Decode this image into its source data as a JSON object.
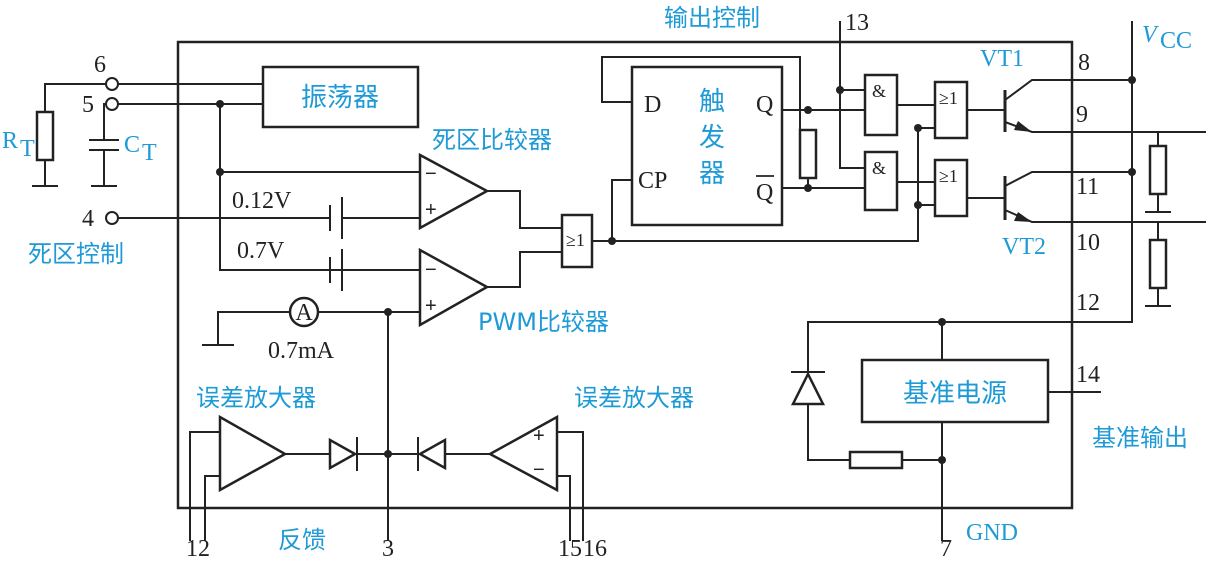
{
  "labels": {
    "oscillator": "振荡器",
    "dead_zone_comparator": "死区比较器",
    "dead_zone_control": "死区控制",
    "output_control": "输出控制",
    "flipflop_line1": "触",
    "flipflop_line2": "发",
    "flipflop_line3": "器",
    "pwm_comparator": "PWM比较器",
    "error_amp_left": "误差放大器",
    "error_amp_right": "误差放大器",
    "feedback": "反馈",
    "reference_supply": "基准电源",
    "reference_output": "基准输出",
    "gnd": "GND",
    "vt1": "VT1",
    "vt2": "VT2",
    "vcc_main": "V",
    "vcc_sub": "CC",
    "rt_main": "R",
    "rt_sub": "T",
    "ct_main": "C",
    "ct_sub": "T",
    "v012": "0.12V",
    "v07": "0.7V",
    "current": "0.7mA",
    "ammeter": "A",
    "ff_d": "D",
    "ff_cp": "CP",
    "ff_q": "Q",
    "ff_qbar": "Q",
    "and_sym": "&",
    "or_sym": "≥1",
    "minus": "−",
    "plus": "+"
  },
  "pins": {
    "p6": "6",
    "p5": "5",
    "p4": "4",
    "p13": "13",
    "p8": "8",
    "p9": "9",
    "p11": "11",
    "p10": "10",
    "p12r": "12",
    "p14": "14",
    "p7": "7",
    "p12b": "12",
    "p3": "3",
    "p15": "15",
    "p16": "16"
  },
  "colors": {
    "label": "#1e9ad6",
    "line": "#222222"
  }
}
